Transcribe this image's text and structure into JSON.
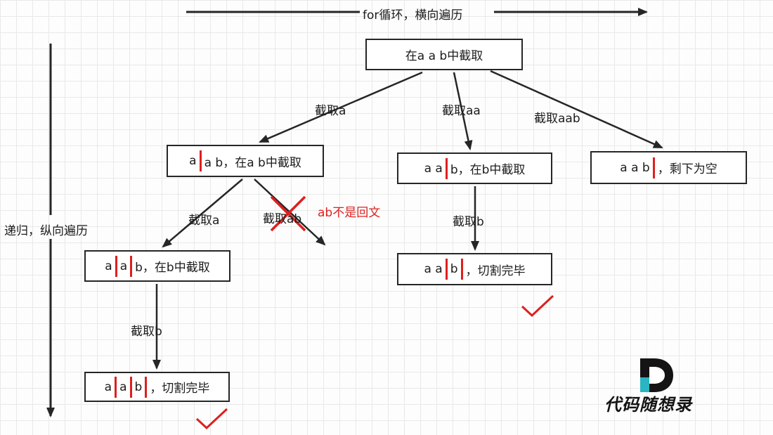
{
  "axes": {
    "top_label": "for循环，横向遍历",
    "left_label": "递归，纵向遍历"
  },
  "nodes": {
    "root": {
      "text": "在a a b中截取"
    },
    "n1": {
      "parts": [
        "a",
        "a b，在a b中截取"
      ]
    },
    "n2": {
      "parts": [
        "a a",
        "b，在b中截取"
      ]
    },
    "n3": {
      "parts": [
        "a a b",
        "，剩下为空"
      ]
    },
    "n4": {
      "parts": [
        "a",
        "a",
        "b，在b中截取"
      ]
    },
    "n5": {
      "parts": [
        "a a",
        "b",
        "，切割完毕"
      ]
    },
    "n6": {
      "parts": [
        "a",
        "a",
        "b",
        "，切割完毕"
      ]
    }
  },
  "edges": {
    "root_n1": "截取a",
    "root_n2": "截取aa",
    "root_n3": "截取aab",
    "n1_n4": "截取a",
    "n1_invalid": "截取ab",
    "n2_n5": "截取b",
    "n4_n6": "截取b"
  },
  "annotations": {
    "not_palindrome": "ab不是回文"
  },
  "branding": {
    "name": "代码随想录"
  },
  "colors": {
    "mark_red": "#de1f1f",
    "line_dark": "#262626",
    "logo_teal": "#2ab5c3"
  }
}
